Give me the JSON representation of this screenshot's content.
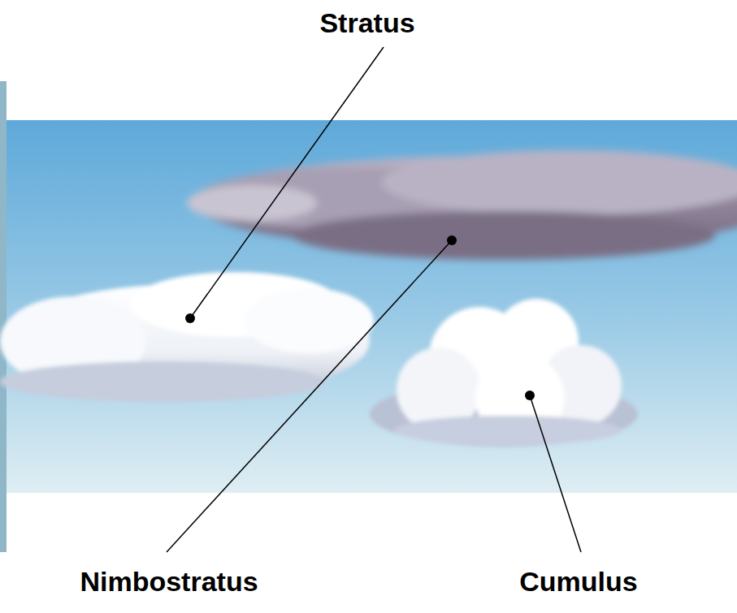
{
  "diagram": {
    "labels": [
      "Stratus",
      "Nimbostratus",
      "Cumulus"
    ]
  }
}
